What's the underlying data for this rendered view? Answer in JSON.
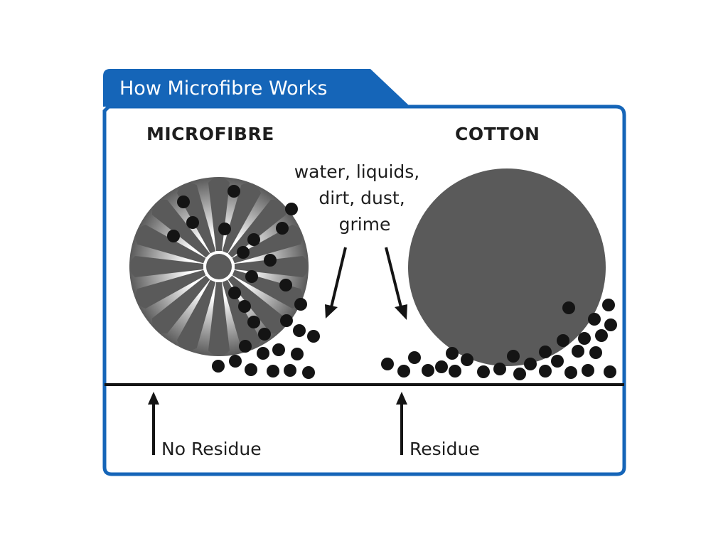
{
  "title": "How Microfibre Works",
  "left_heading": "MICROFIBRE",
  "right_heading": "COTTON",
  "caption_lines": [
    "water, liquids,",
    "dirt, dust,",
    "grime"
  ],
  "left_label": "No Residue",
  "right_label": "Residue",
  "colors": {
    "frame": "#1565b8",
    "fibre": "#5a5a5a",
    "particle": "#141414",
    "surface": "#141414"
  }
}
